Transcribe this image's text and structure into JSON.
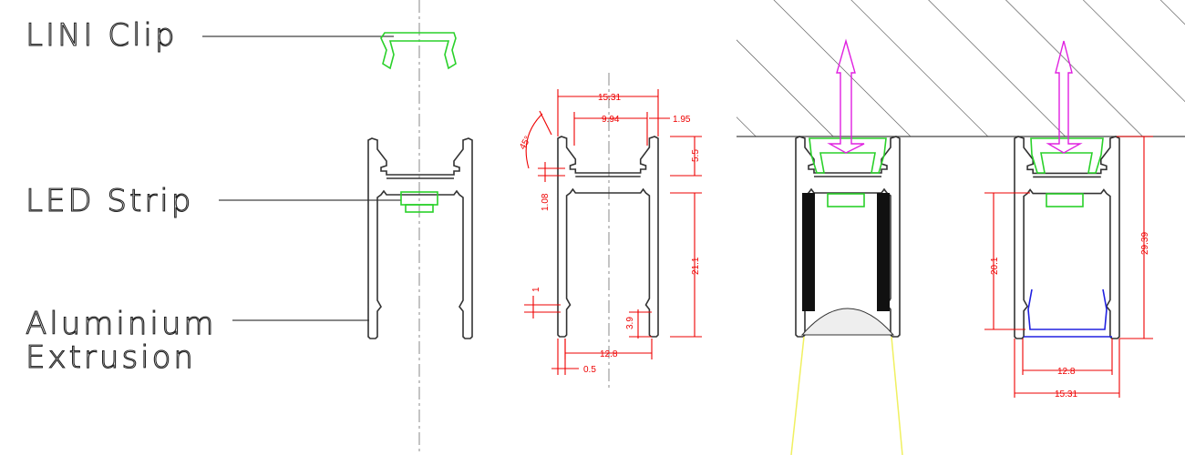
{
  "labels": {
    "clip": "LINI Clip",
    "led": "LED Strip",
    "extrusion_1": "Aluminium",
    "extrusion_2": "Extrusion"
  },
  "dimensions": {
    "overall_width": "15.31",
    "top_opening": "9.94",
    "lip": "1.95",
    "angle": "45°",
    "top_depth": "5.5",
    "clip_ledge": "1.08",
    "channel_height": "21.1",
    "groove": "1",
    "bottom_groove": "3.9",
    "inner_width": "12.8",
    "wall": "0.5",
    "right_inner_width": "12.8",
    "right_overall_width": "15.31",
    "right_channel_height": "20.1",
    "right_total_height": "29.39"
  },
  "colors": {
    "dimension": "#e00000",
    "clip": "#2ad12a",
    "screw": "#e020e0",
    "diffuser": "#2020e0",
    "light": "#f0f060"
  }
}
